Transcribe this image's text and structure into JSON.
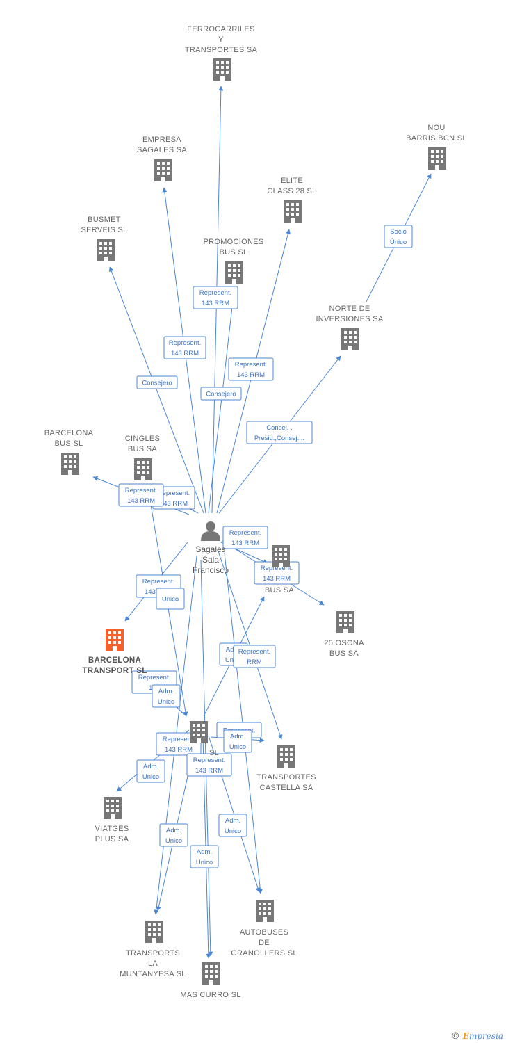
{
  "center": {
    "id": "sagales",
    "label": [
      "Sagales",
      "Sala",
      "Francisco"
    ],
    "type": "person"
  },
  "colors": {
    "edge": "#4a86d6",
    "node": "#777777",
    "highlight": "#f4612c",
    "label": "#666666"
  },
  "nodes": [
    {
      "id": "ferrocarriles",
      "label": [
        "FERROCARRILES",
        "Y",
        "TRANSPORTES SA"
      ],
      "type": "company"
    },
    {
      "id": "empresa_sagales",
      "label": [
        "EMPRESA",
        "SAGALES SA"
      ],
      "type": "company"
    },
    {
      "id": "nou_barris",
      "label": [
        "NOU",
        "BARRIS BCN SL"
      ],
      "type": "company"
    },
    {
      "id": "elite",
      "label": [
        "ELITE",
        "CLASS 28 SL"
      ],
      "type": "company"
    },
    {
      "id": "busmet",
      "label": [
        "BUSMET",
        "SERVEIS SL"
      ],
      "type": "company"
    },
    {
      "id": "promociones",
      "label": [
        "PROMOCIONES",
        "BUS SL"
      ],
      "type": "company"
    },
    {
      "id": "norte",
      "label": [
        "NORTE DE",
        "INVERSIONES SA"
      ],
      "type": "company"
    },
    {
      "id": "barcelona_bus",
      "label": [
        "BARCELONA",
        "BUS SL"
      ],
      "type": "company"
    },
    {
      "id": "cingles",
      "label": [
        "CINGLES",
        "BUS SA"
      ],
      "type": "company"
    },
    {
      "id": "bus_sa",
      "label": [
        "BUS SA"
      ],
      "type": "company"
    },
    {
      "id": "osona",
      "label": [
        "25 OSONA",
        "BUS SA"
      ],
      "type": "company"
    },
    {
      "id": "barcelona_transport",
      "label": [
        "BARCELONA",
        "TRANSPORT SL"
      ],
      "type": "company",
      "highlight": true
    },
    {
      "id": "mid_sl",
      "label": [
        "SL"
      ],
      "type": "company"
    },
    {
      "id": "castella",
      "label": [
        "TRANSPORTES",
        "CASTELLA SA"
      ],
      "type": "company"
    },
    {
      "id": "viatges",
      "label": [
        "VIATGES",
        "PLUS SA"
      ],
      "type": "company"
    },
    {
      "id": "muntanyesa",
      "label": [
        "TRANSPORTS",
        "LA",
        "MUNTANYESA SL"
      ],
      "type": "company"
    },
    {
      "id": "granollers",
      "label": [
        "AUTOBUSES",
        "DE",
        "GRANOLLERS SL"
      ],
      "type": "company"
    },
    {
      "id": "mascurro",
      "label": [
        "MAS CURRO SL"
      ],
      "type": "company"
    }
  ],
  "edges": [
    {
      "from": "sagales",
      "to": "ferrocarriles",
      "label": [
        "Represent.",
        "143 RRM"
      ]
    },
    {
      "from": "sagales",
      "to": "empresa_sagales",
      "label": [
        "Represent.",
        "143 RRM"
      ]
    },
    {
      "from": "sagales",
      "to": "elite",
      "label": [
        "Represent.",
        "143 RRM"
      ]
    },
    {
      "from": "sagales",
      "to": "busmet",
      "label": [
        "Consejero"
      ]
    },
    {
      "from": "sagales",
      "to": "promociones",
      "label": [
        "Consejero"
      ]
    },
    {
      "from": "sagales",
      "to": "norte",
      "label": [
        "Consej. ,",
        "Presid.,Consej...."
      ]
    },
    {
      "from": "norte",
      "to": "nou_barris",
      "label": [
        "Socio",
        "Único"
      ]
    },
    {
      "from": "sagales",
      "to": "barcelona_bus",
      "label": [
        "Represent.",
        "143 RRM"
      ]
    },
    {
      "from": "sagales",
      "to": "cingles",
      "label": [
        "Represent.",
        "143 RRM"
      ]
    },
    {
      "from": "sagales",
      "to": "osona",
      "label": [
        "Represent.",
        "143 RRM"
      ]
    },
    {
      "from": "sagales",
      "to": "bus_sa",
      "label": [
        "Represent.",
        "143 RRM"
      ]
    },
    {
      "from": "sagales",
      "to": "barcelona_transport",
      "label": [
        "Represent.",
        "143 RRM"
      ]
    },
    {
      "from": "cingles",
      "to": "barcelona_transport",
      "label": [
        "Unico"
      ]
    },
    {
      "from": "mid_sl",
      "to": "bus_sa",
      "label": [
        "Adm.",
        "Unico"
      ]
    },
    {
      "from": "sagales",
      "to": "castella",
      "label": [
        "Represent.",
        "RRM"
      ]
    },
    {
      "from": "mid_sl",
      "to": "barcelona_transport",
      "label": [
        "Represent.",
        "143"
      ]
    },
    {
      "from": "mid_sl",
      "to": "barcelona_transport",
      "label": [
        "Adm.",
        "Unico"
      ]
    },
    {
      "from": "sagales",
      "to": "granollers",
      "label": [
        "Represent."
      ]
    },
    {
      "from": "mid_sl",
      "to": "castella",
      "label": [
        "Adm.",
        "Unico"
      ]
    },
    {
      "from": "sagales",
      "to": "muntanyesa",
      "label": [
        "Represent.",
        "143 RRM"
      ]
    },
    {
      "from": "sagales",
      "to": "mascurro",
      "label": [
        "Represent.",
        "143 RRM"
      ]
    },
    {
      "from": "sagales",
      "to": "viatges",
      "label": [
        "Adm.",
        "Unico"
      ]
    },
    {
      "from": "mid_sl",
      "to": "granollers",
      "label": [
        "Adm.",
        "Unico"
      ]
    },
    {
      "from": "mid_sl",
      "to": "muntanyesa",
      "label": [
        "Adm.",
        "Unico"
      ]
    },
    {
      "from": "mid_sl",
      "to": "mascurro",
      "label": [
        "Adm.",
        "Unico"
      ]
    }
  ],
  "footer": {
    "copyright_symbol": "©",
    "brand_initial": "E",
    "brand_rest": "mpresia"
  }
}
